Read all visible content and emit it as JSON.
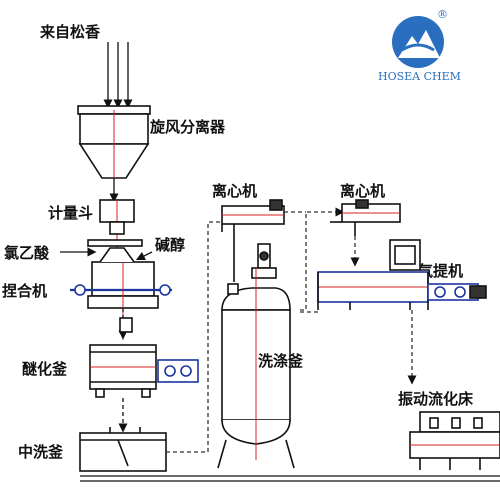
{
  "labels": {
    "feed": "来自松香",
    "cyclone": "旋风分离器",
    "meter_hopper": "计量斗",
    "chloroacetic_acid": "氯乙酸",
    "base": "碱醇",
    "kneader": "捏合机",
    "etherification_kettle": "醚化釜",
    "neutral_wash_kettle": "中洗釜",
    "centrifuge_1": "离心机",
    "centrifuge_2": "离心机",
    "washing_kettle": "洗涤釜",
    "flash_dryer": "气提机",
    "fluid_bed": "振动流化床"
  },
  "brand": {
    "name": "HOSEA CHEM",
    "registered": "®",
    "color": "#2a6fbf"
  },
  "colors": {
    "line": "#111111",
    "red_axis": "#d42020",
    "blue_machine": "#1a34a0",
    "pipe_dash": "#333333"
  }
}
